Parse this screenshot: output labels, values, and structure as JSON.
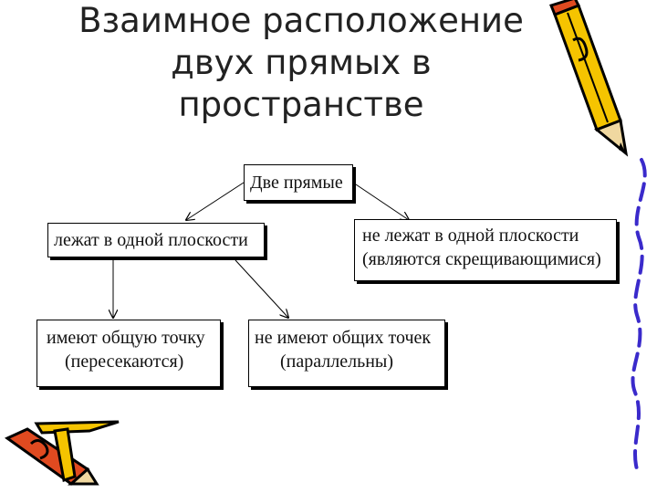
{
  "title": {
    "line1": "Взаимное расположение",
    "line2": "двух прямых в",
    "line3": "пространстве"
  },
  "diagram": {
    "root": "Две прямые",
    "coplanar": "лежат в одной плоскости",
    "skew": {
      "line1": "не лежат в одной плоскости",
      "line2": "(являются скрещивающимися)"
    },
    "intersect": {
      "line1": "имеют общую точку",
      "line2": "(пересекаются)"
    },
    "parallel": {
      "line1": "не имеют общих точек",
      "line2": "(параллельны)"
    }
  },
  "colors": {
    "pencil_body": "#f5c400",
    "pencil_outline": "#000000",
    "pencil_eraser": "#e04a20",
    "wave": "#3a2acb"
  }
}
